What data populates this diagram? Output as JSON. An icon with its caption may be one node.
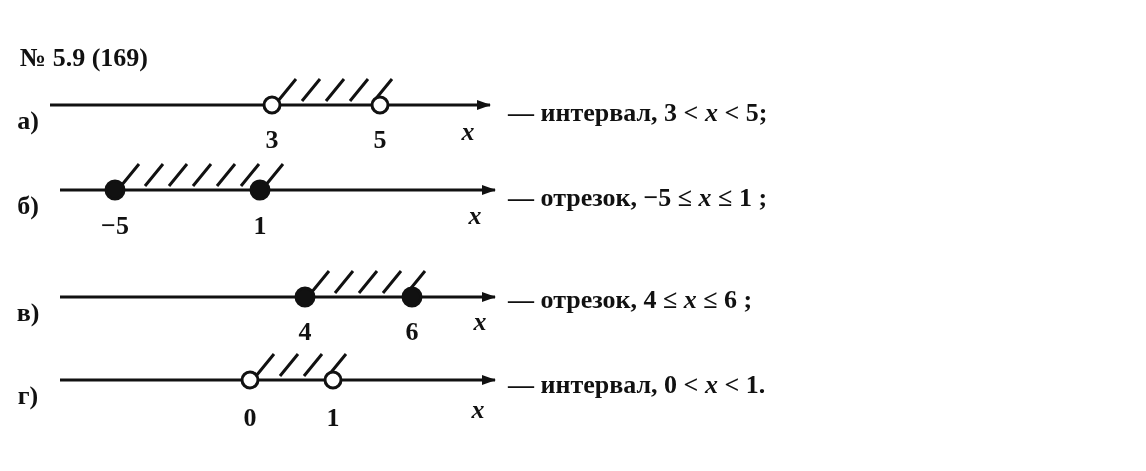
{
  "diagram": {
    "title": "№ 5.9 (169)",
    "labels": [
      "а)",
      "3",
      "5",
      "x",
      "— интервал, 3 < *x* < 5;",
      "б)",
      "−5",
      "1",
      "x",
      "— отрезок, −5 ≤ *x* ≤ 1 ;",
      "в)",
      "4",
      "6",
      "x",
      "— отрезок, 4 ≤ *x* ≤ 6 ;",
      "г)",
      "0",
      "1",
      "x",
      "— интервал, 0 < *x* < 1."
    ]
  }
}
